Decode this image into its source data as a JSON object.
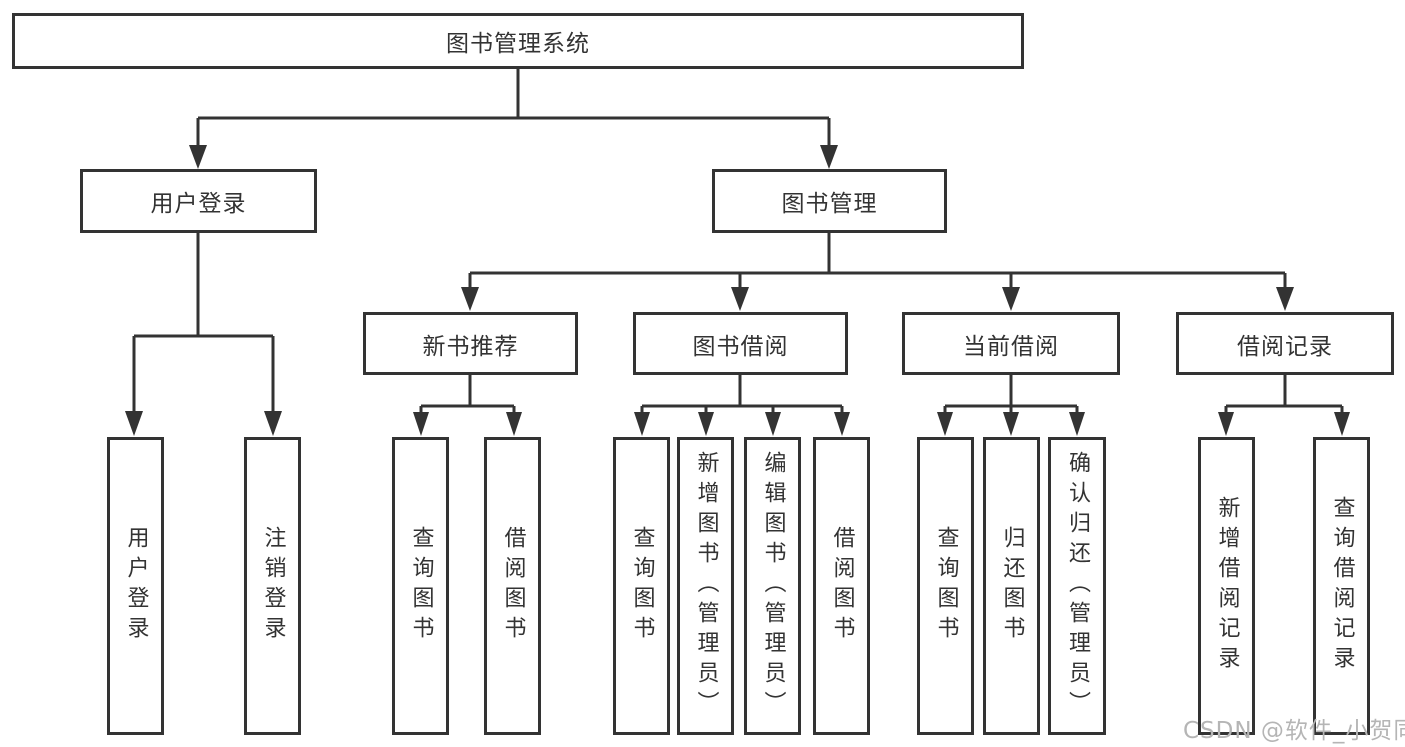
{
  "diagram": {
    "title": "图书管理系统",
    "root": {
      "label": "图书管理系统",
      "children": [
        {
          "label": "用户登录",
          "children": [
            {
              "label": "用户登录"
            },
            {
              "label": "注销登录"
            }
          ]
        },
        {
          "label": "图书管理",
          "children": [
            {
              "label": "新书推荐",
              "children": [
                {
                  "label": "查询图书"
                },
                {
                  "label": "借阅图书"
                }
              ]
            },
            {
              "label": "图书借阅",
              "children": [
                {
                  "label": "查询图书"
                },
                {
                  "label": "新增图书（管理员）"
                },
                {
                  "label": "编辑图书（管理员）"
                },
                {
                  "label": "借阅图书"
                }
              ]
            },
            {
              "label": "当前借阅",
              "children": [
                {
                  "label": "查询图书"
                },
                {
                  "label": "归还图书"
                },
                {
                  "label": "确认归还（管理员）"
                }
              ]
            },
            {
              "label": "借阅记录",
              "children": [
                {
                  "label": "新增借阅记录"
                },
                {
                  "label": "查询借阅记录"
                }
              ]
            }
          ]
        }
      ]
    },
    "watermark": {
      "text": "CSDN @软件_小贺同学"
    },
    "colors": {
      "line": "#333333",
      "text": "#333333",
      "watermark": "#b5b5b5",
      "background": "#ffffff"
    }
  }
}
